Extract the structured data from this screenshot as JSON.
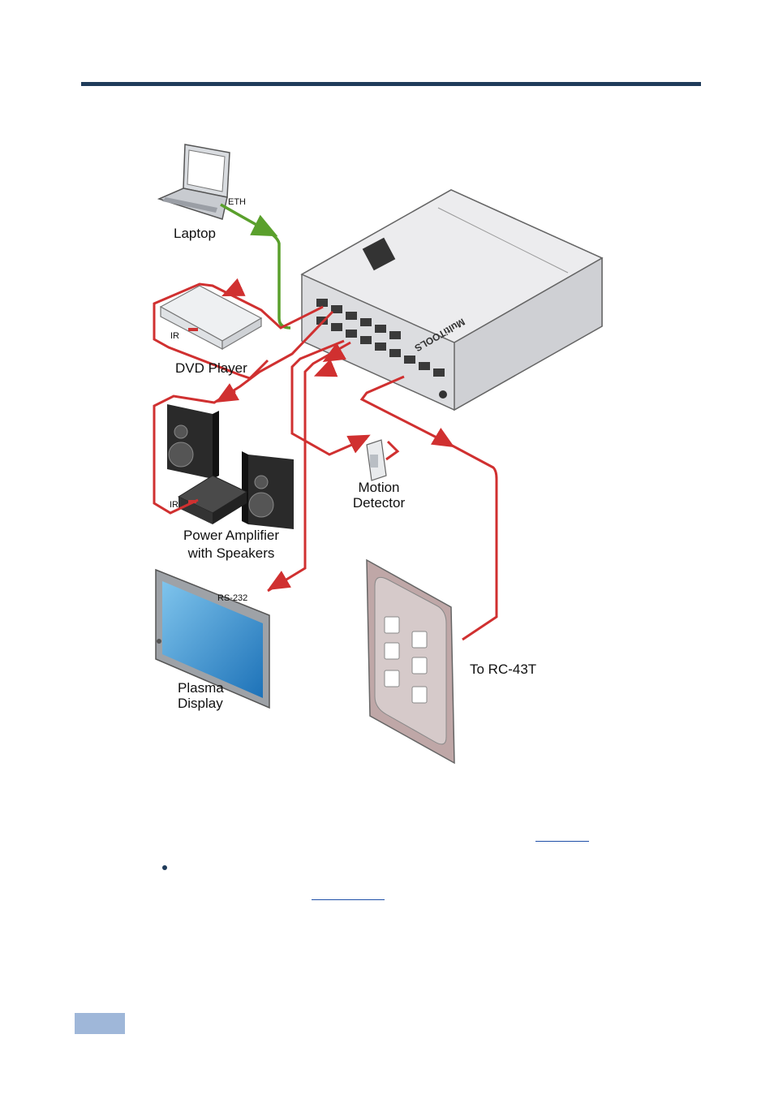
{
  "labels": {
    "laptop": "Laptop",
    "eth": "ETH",
    "dvd_player": "DVD Player",
    "ir_dvd": "IR",
    "amp_line1": "Power Amplifier",
    "amp_line2": "with Speakers",
    "ir_amp": "IR",
    "motion_line1": "Motion",
    "motion_line2": "Detector",
    "rs232": "RS-232",
    "plasma_line1": "Plasma",
    "plasma_line2": "Display",
    "to_rc43t": "To RC-43T"
  },
  "colors": {
    "accent": "#1f3b5a",
    "eth_line": "#5aa02c",
    "cable": "#d03030",
    "page_tab": "#9fb7d9"
  }
}
